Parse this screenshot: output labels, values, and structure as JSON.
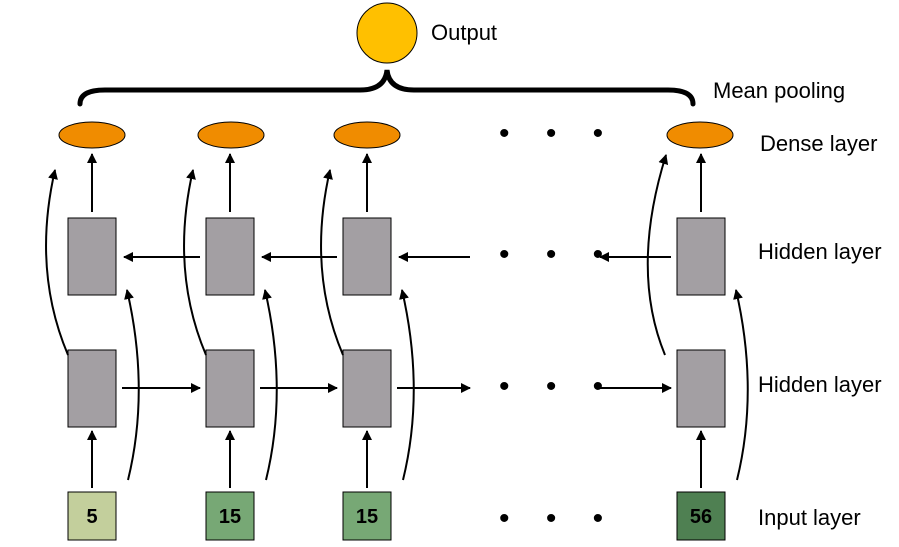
{
  "labels": {
    "output": "Output",
    "mean_pooling": "Mean pooling",
    "dense_layer": "Dense layer",
    "hidden_layer_top": "Hidden layer",
    "hidden_layer_bottom": "Hidden layer",
    "input_layer": "Input layer"
  },
  "ellipsis": "• • •",
  "inputs": [
    {
      "value": "5",
      "color": "#c3cf9c"
    },
    {
      "value": "15",
      "color": "#77a875"
    },
    {
      "value": "15",
      "color": "#77a875"
    },
    {
      "value": "56",
      "color": "#4f8052"
    }
  ],
  "colors": {
    "output_node": "#ffc000",
    "dense_node": "#f08c00",
    "hidden_cell": "#a39fa3",
    "stroke": "#000000"
  }
}
